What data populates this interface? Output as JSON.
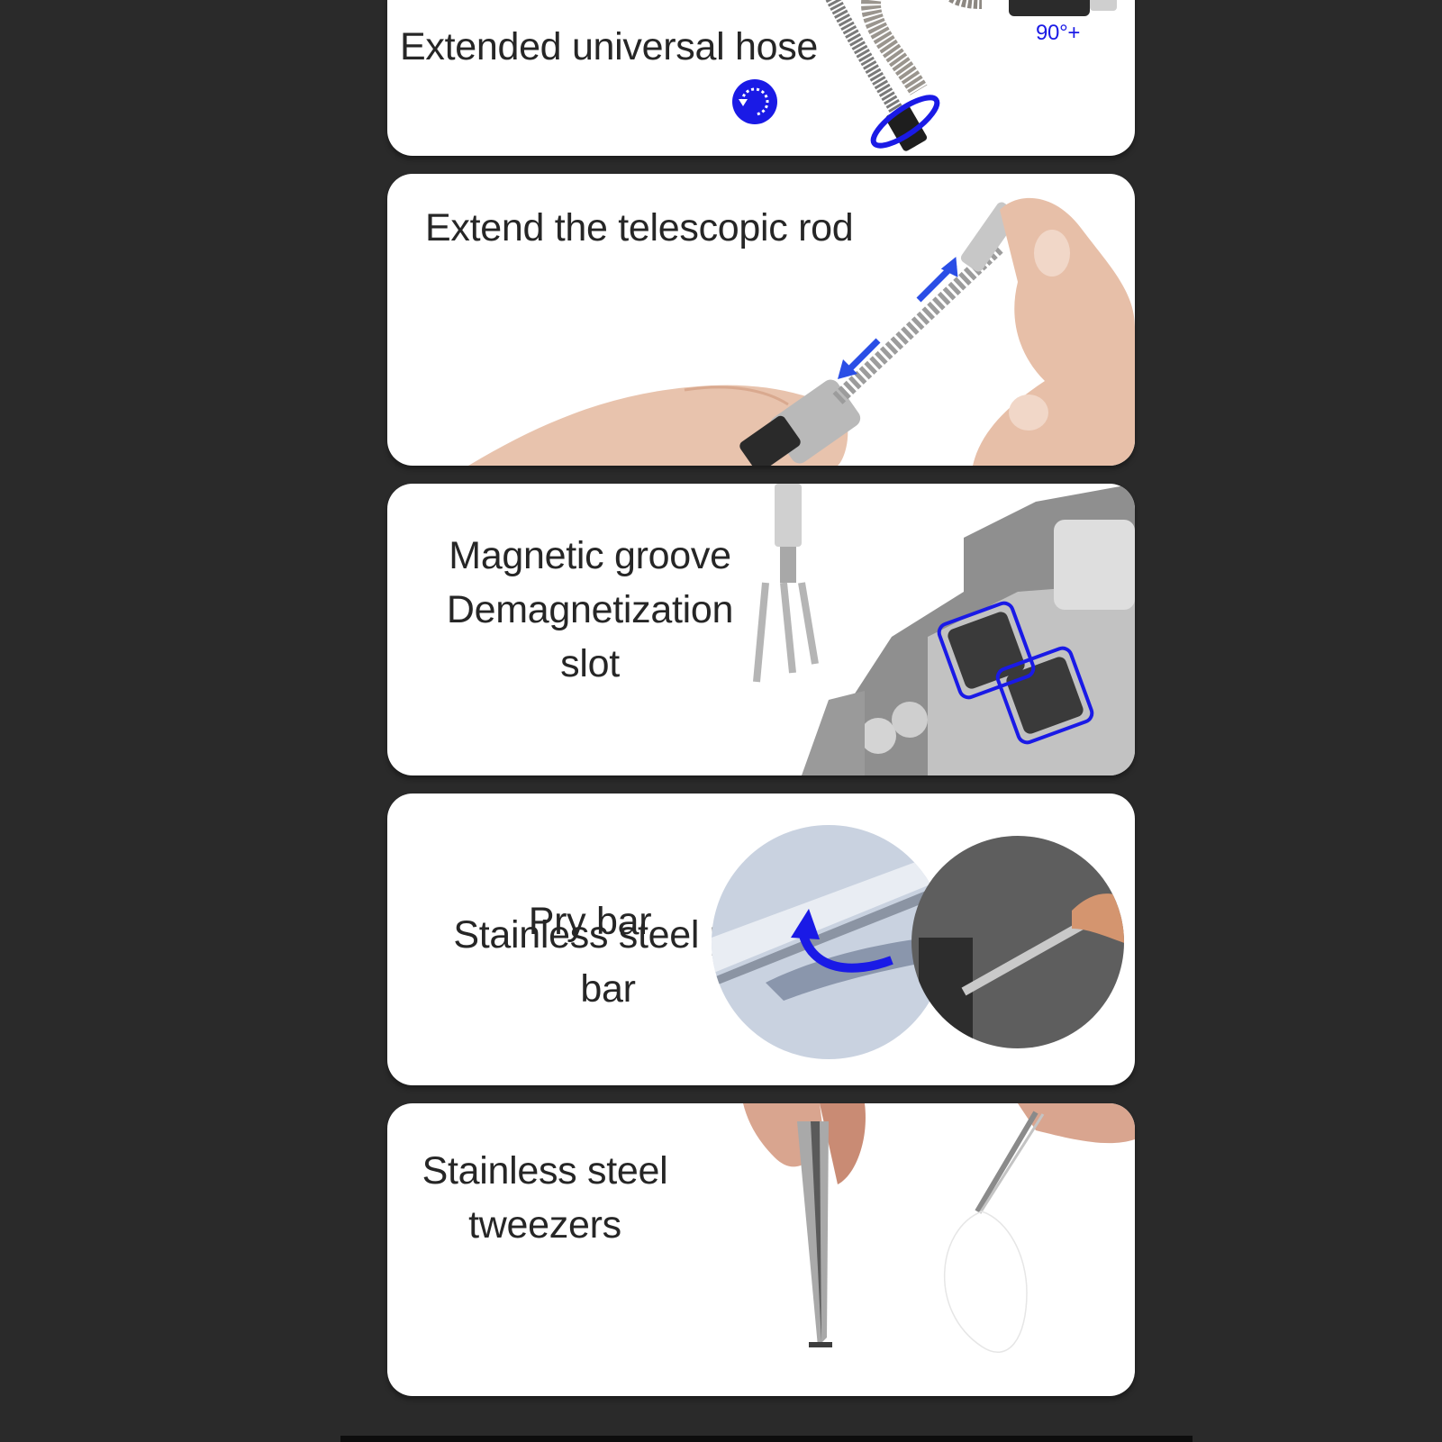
{
  "cards": [
    {
      "title": "Extended universal hose",
      "angle_label": "90°+"
    },
    {
      "title": "Extend the telescopic rod"
    },
    {
      "lines": [
        "Magnetic groove",
        "Demagnetization",
        "slot"
      ]
    },
    {
      "overlay": "Pry bar",
      "lines": [
        "Stainless steel pry",
        "bar"
      ]
    },
    {
      "lines": [
        "Stainless steel",
        "tweezers"
      ]
    }
  ],
  "colors": {
    "background": "#2a2a2a",
    "card": "#ffffff",
    "accent": "#1a1ae6",
    "text": "#262626"
  }
}
